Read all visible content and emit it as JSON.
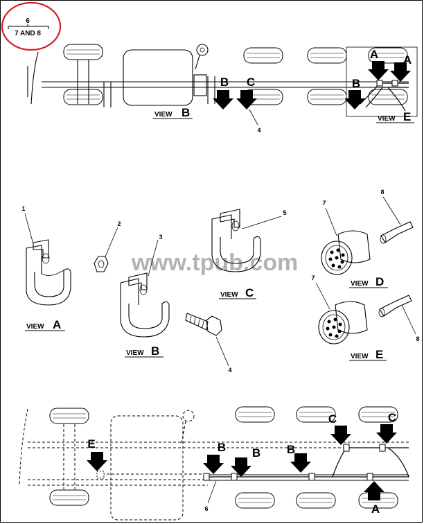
{
  "header": {
    "top_number": "6",
    "bottom_text": "7 AND 8",
    "circle_color": "#d42020"
  },
  "watermark": "www.tpub.com",
  "top_chassis": {
    "callouts": {
      "a1": "A",
      "a2": "A",
      "b1": "B",
      "b2": "B",
      "c1": "C"
    },
    "part_4": "4",
    "view_b_word": "VIEW",
    "view_b_letter": "B",
    "view_e_word": "VIEW",
    "view_e_letter": "E"
  },
  "parts": {
    "p1": "1",
    "p2": "2",
    "p3": "3",
    "p4": "4",
    "p5": "5",
    "p7a": "7",
    "p7b": "7",
    "p8a": "8",
    "p8b": "8"
  },
  "views": {
    "a": {
      "word": "VIEW",
      "letter": "A"
    },
    "b": {
      "word": "VIEW",
      "letter": "B"
    },
    "c": {
      "word": "VIEW",
      "letter": "C"
    },
    "d": {
      "word": "VIEW",
      "letter": "D"
    },
    "e": {
      "word": "VIEW",
      "letter": "E"
    }
  },
  "bottom_chassis": {
    "callouts": {
      "e": "E",
      "b1": "B",
      "b2": "B",
      "b3": "B",
      "c1": "C",
      "c2": "C",
      "a": "A"
    },
    "part_6": "6"
  },
  "icons": [
    "clamp-icon",
    "nut-icon",
    "bolt-icon",
    "connector-icon",
    "pin-icon",
    "arrow-icon",
    "tire-icon"
  ]
}
